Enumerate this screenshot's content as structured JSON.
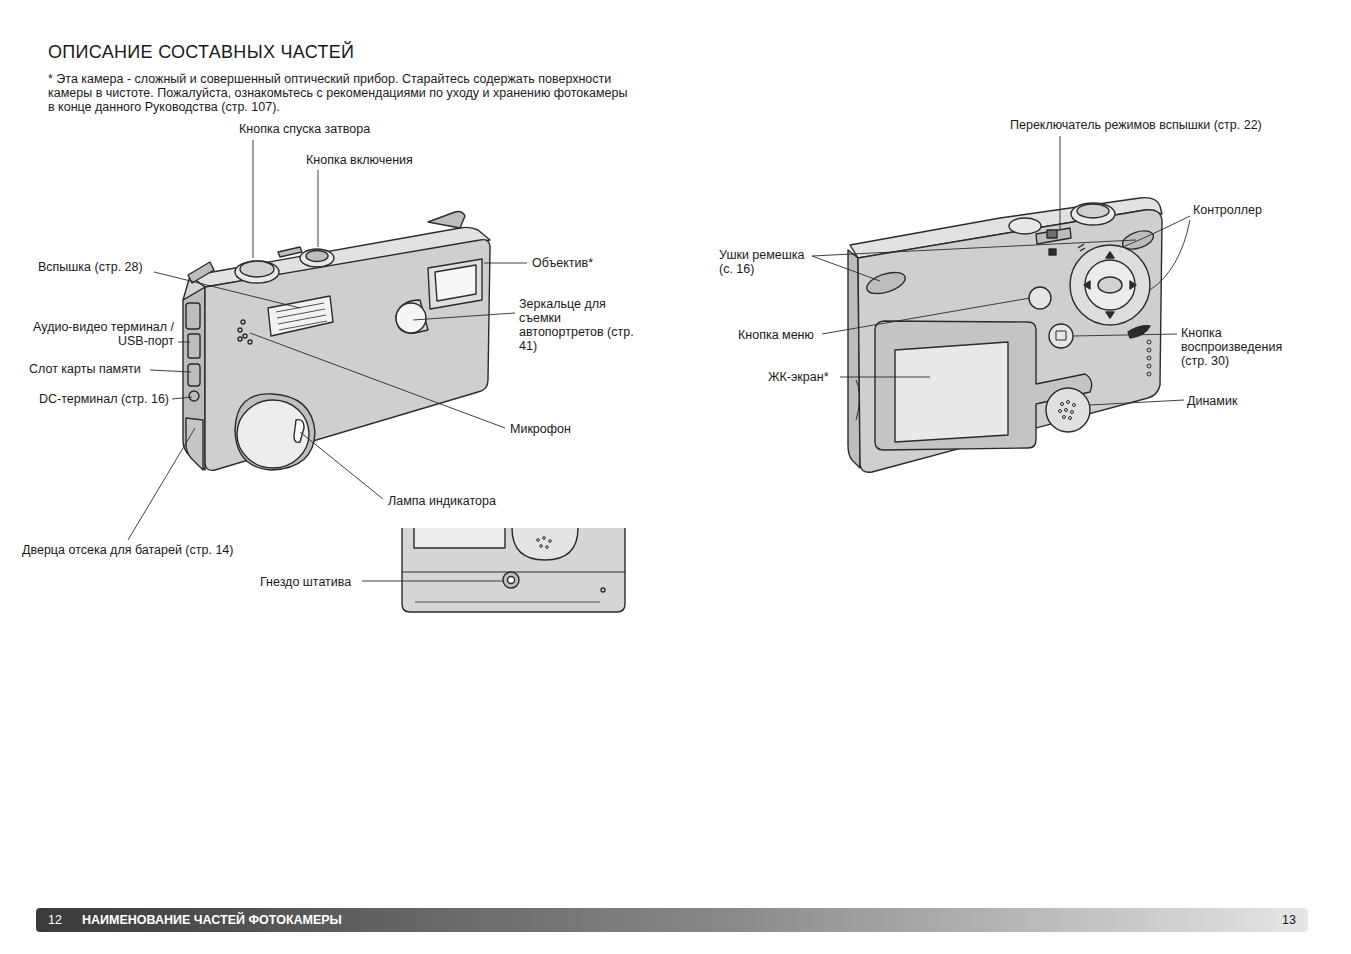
{
  "diagram": {
    "title": "ОПИСАНИЕ СОСТАВНЫХ ЧАСТЕЙ",
    "nodes": [
      {
        "text": [
          "12",
          "НАИМЕНОВАНИЕ ЧАСТЕЙ ФОТОКАМЕРЫ",
          "13"
        ]
      }
    ],
    "labels": [
      "* Эта камера - сложный и совершенный оптический прибор. Старайтесь содержать поверхности камеры в чистоте. Пожалуйста, ознакомьтесь с рекомендациями по уходу и хранению фотокамеры в конце данного Руководства (стр. 107).",
      "Кнопка спуска затвора",
      "Кнопка включения",
      "Вспышка (стр. 28)",
      "Объектив*",
      "Зеркальце для съемки автопортретов (стр. 41)",
      "Аудио-видео терминал / USB-порт",
      "Слот карты памяти",
      "DC-терминал (стр. 16)",
      "Микрофон",
      "Лампа индикатора",
      "Дверца отсека для батарей (стр. 14)",
      "Гнездо штатива",
      "Переключатель режимов вспышки (стр. 22)",
      "Контроллер",
      "Ушки ремешка (с. 16)",
      "Кнопка меню",
      "Кнопка воспроизведения (стр. 30)",
      "ЖК-экран*",
      "Динамик"
    ]
  }
}
